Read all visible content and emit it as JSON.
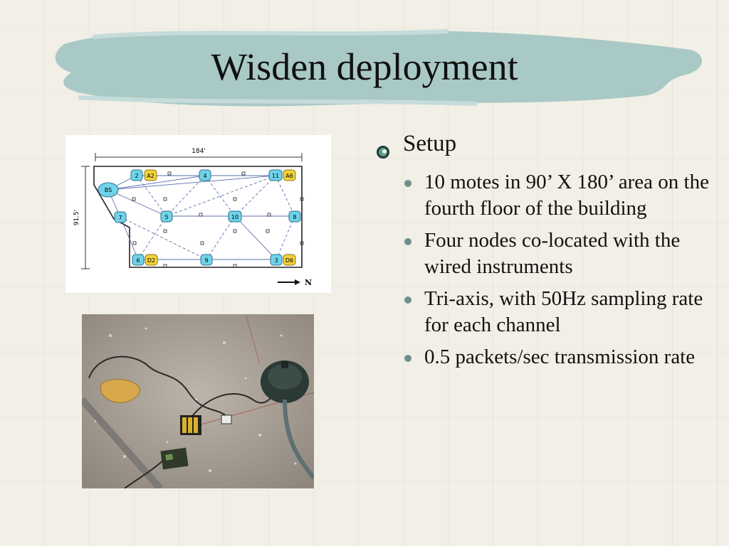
{
  "slide": {
    "title": "Wisden deployment",
    "setup_heading": "Setup",
    "bullets": [
      "10 motes in 90’ X 180’ area on the fourth floor of the building",
      "Four nodes co-located with the wired instruments",
      "Tri-axis, with 50Hz sampling rate for each channel",
      "0.5 packets/sec transmission rate"
    ]
  },
  "diagram": {
    "width_label": "184'",
    "height_label": "91.5'",
    "north_label": "N",
    "nodes": {
      "bs": "BS",
      "n2": "2",
      "a2": "A2",
      "n4": "4",
      "n11": "11",
      "a6": "A6",
      "n7": "7",
      "n5": "5",
      "n10": "10",
      "n8": "8",
      "n6": "6",
      "d2": "D2",
      "n9": "9",
      "n3": "3",
      "d6": "D6"
    }
  },
  "colors": {
    "title_stroke": "#a9c9c6",
    "node_blue": "#6fd3ea",
    "node_yellow": "#f2d33a",
    "bullet_teal": "#6f8f8a"
  }
}
